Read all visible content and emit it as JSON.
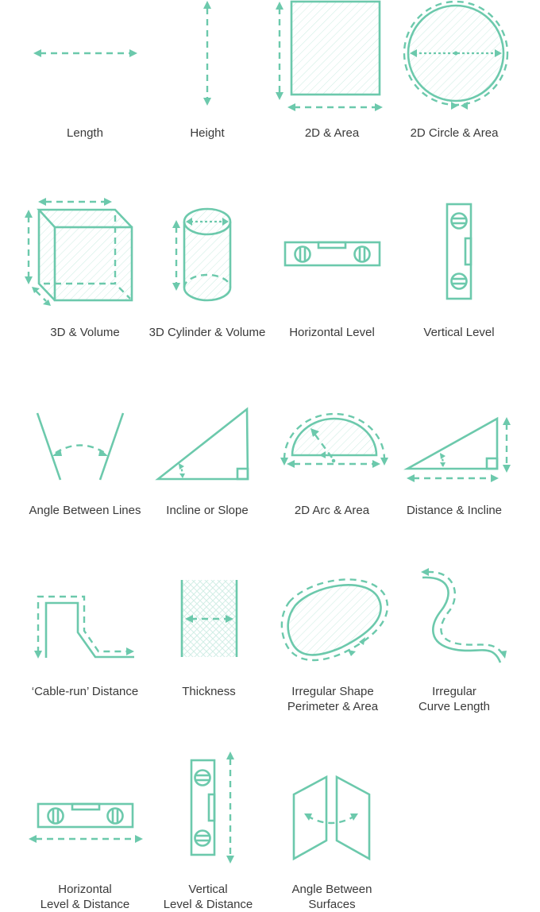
{
  "accent_color": "#6cc9ac",
  "text_color": "#3a3a3a",
  "items": [
    {
      "label": "Length",
      "icon": "horizontal-dashed-arrow"
    },
    {
      "label": "Height",
      "icon": "vertical-dashed-arrow"
    },
    {
      "label": "2D & Area",
      "icon": "rectangle-area"
    },
    {
      "label": "2D Circle & Area",
      "icon": "circle-area"
    },
    {
      "label": "3D & Volume",
      "icon": "cube-volume"
    },
    {
      "label": "3D Cylinder & Volume",
      "icon": "cylinder-volume"
    },
    {
      "label": "Horizontal Level",
      "icon": "horizontal-level"
    },
    {
      "label": "Vertical Level",
      "icon": "vertical-level"
    },
    {
      "label": "Angle Between Lines",
      "icon": "angle-between-lines"
    },
    {
      "label": "Incline or Slope",
      "icon": "incline-triangle"
    },
    {
      "label": "2D Arc & Area",
      "icon": "semicircle-arc-area"
    },
    {
      "label": "Distance & Incline",
      "icon": "distance-incline-triangle"
    },
    {
      "label": "‘Cable-run’ Distance",
      "icon": "cable-run-path"
    },
    {
      "label": "Thickness",
      "icon": "thickness-wall"
    },
    {
      "label_line1": "Irregular Shape",
      "label_line2": "Perimeter & Area",
      "icon": "irregular-shape"
    },
    {
      "label_line1": "Irregular",
      "label_line2": "Curve Length",
      "icon": "irregular-curve"
    },
    {
      "label_line1": "Horizontal",
      "label_line2": "Level & Distance",
      "icon": "horizontal-level-distance"
    },
    {
      "label_line1": "Vertical",
      "label_line2": "Level & Distance",
      "icon": "vertical-level-distance"
    },
    {
      "label_line1": "Angle Between",
      "label_line2": "Surfaces",
      "icon": "angle-between-surfaces"
    }
  ]
}
